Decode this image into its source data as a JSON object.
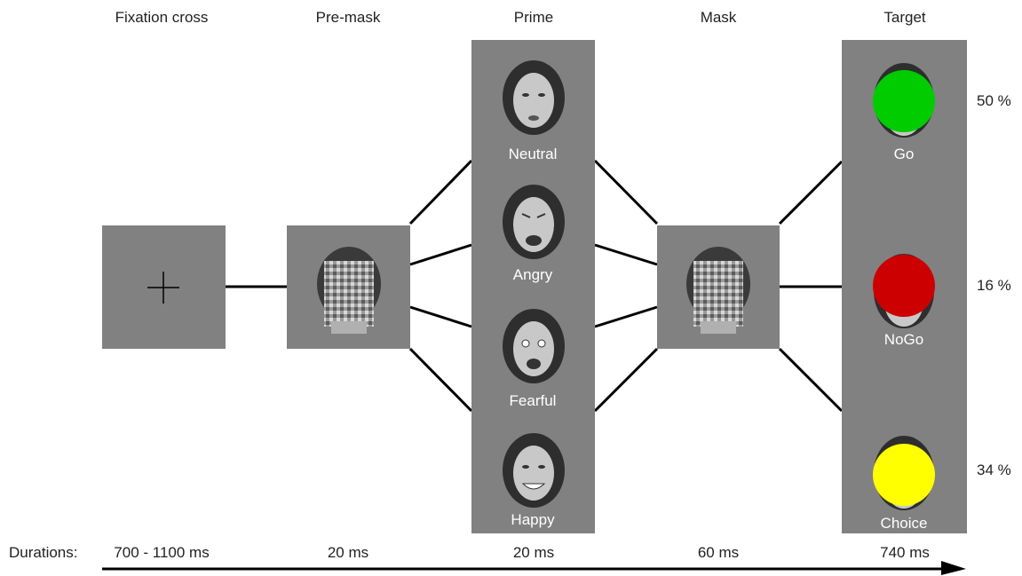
{
  "stages": [
    {
      "title": "Fixation cross",
      "duration": "700 - 1100 ms"
    },
    {
      "title": "Pre-mask",
      "duration": "20 ms"
    },
    {
      "title": "Prime",
      "duration": "20 ms"
    },
    {
      "title": "Mask",
      "duration": "60 ms"
    },
    {
      "title": "Target",
      "duration": "740 ms"
    }
  ],
  "prime_faces": [
    "Neutral",
    "Angry",
    "Fearful",
    "Happy"
  ],
  "targets": [
    {
      "label": "Go",
      "percent": "50 %",
      "color": "#00cc00"
    },
    {
      "label": "NoGo",
      "percent": "16 %",
      "color": "#cc0000"
    },
    {
      "label": "Choice",
      "percent": "34 %",
      "color": "#ffff00"
    }
  ],
  "durations_label": "Durations:",
  "colors": {
    "panel": "#818181",
    "line": "#000000"
  }
}
